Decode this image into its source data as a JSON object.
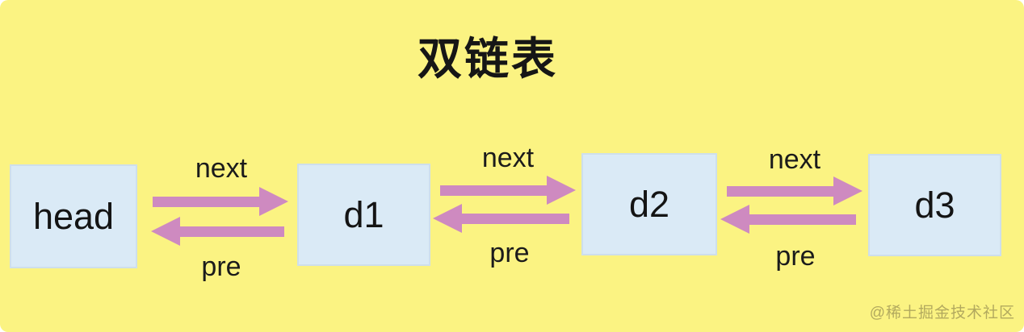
{
  "title": "双链表",
  "nodes": [
    {
      "label": "head"
    },
    {
      "label": "d1"
    },
    {
      "label": "d2"
    },
    {
      "label": "d3"
    }
  ],
  "links": [
    {
      "from": "head",
      "to": "d1",
      "next_label": "next",
      "pre_label": "pre"
    },
    {
      "from": "d1",
      "to": "d2",
      "next_label": "next",
      "pre_label": "pre"
    },
    {
      "from": "d2",
      "to": "d3",
      "next_label": "next",
      "pre_label": "pre"
    }
  ],
  "watermark": "@稀土掘金技术社区",
  "colors": {
    "background": "#FBF382",
    "node_fill": "#DAEAF6",
    "node_border": "#CEDFEB",
    "arrow": "#CE8AC0",
    "text": "#161616",
    "watermark": "#766C42"
  }
}
